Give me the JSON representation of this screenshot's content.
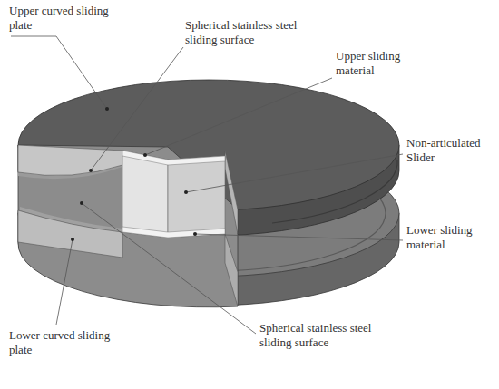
{
  "diagram": {
    "labels": [
      "Upper curved sliding plate",
      "Spherical stainless steel sliding surface",
      "Upper sliding material",
      "Non-articulated Slider",
      "Lower sliding material",
      "Spherical stainless steel sliding surface",
      "Lower curved sliding plate"
    ]
  }
}
